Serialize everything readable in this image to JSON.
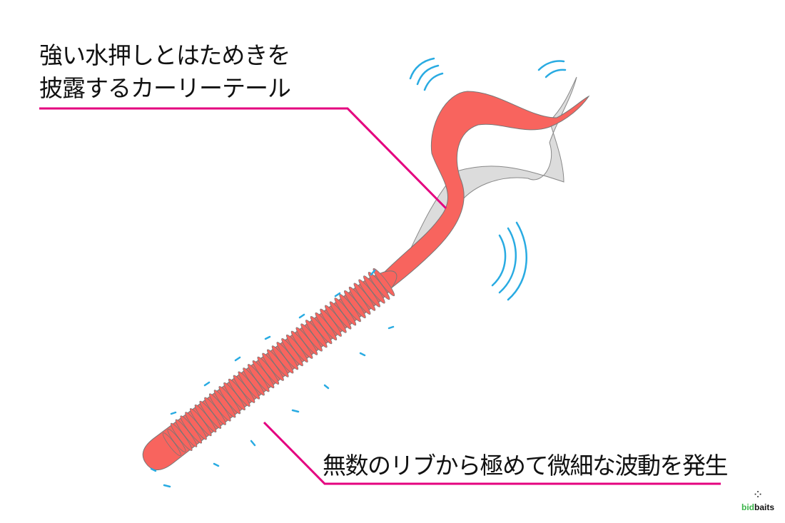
{
  "callouts": {
    "tail": {
      "line1": "強い水押しとはためきを",
      "line2": "披露するカーリーテール"
    },
    "ribs": "無数のリブから極めて微細な波動を発生"
  },
  "logo": {
    "part1": "bid",
    "part2": "baits"
  },
  "colors": {
    "lure": "#f8645e",
    "callout_line": "#e4007f",
    "wave": "#29abe2",
    "ghost_tail": "#dcdcdc"
  }
}
